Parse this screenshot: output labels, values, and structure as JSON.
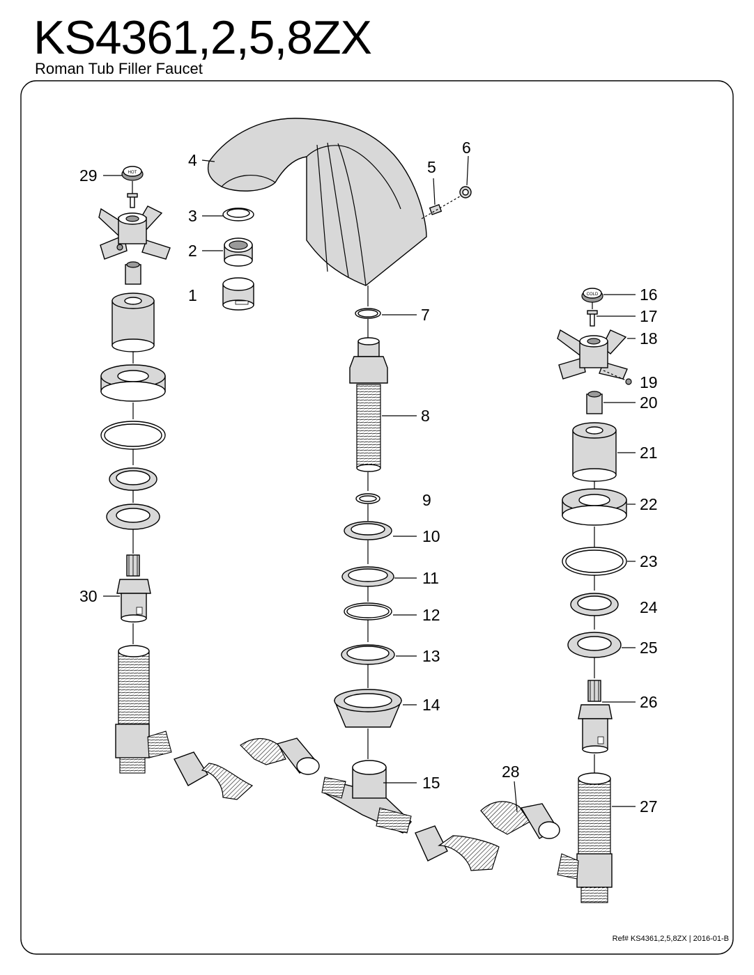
{
  "header": {
    "model": "KS4361,2,5,8ZX",
    "product_name": "Roman Tub Filler Faucet"
  },
  "footer": {
    "reference": "Ref# KS4361,2,5,8ZX | 2016-01-B"
  },
  "caps": {
    "hot_label": "HOT",
    "cold_label": "COLD"
  },
  "parts": [
    {
      "label": "1"
    },
    {
      "label": "2"
    },
    {
      "label": "3"
    },
    {
      "label": "4"
    },
    {
      "label": "5"
    },
    {
      "label": "6"
    },
    {
      "label": "7"
    },
    {
      "label": "8"
    },
    {
      "label": "9"
    },
    {
      "label": "10"
    },
    {
      "label": "11"
    },
    {
      "label": "12"
    },
    {
      "label": "13"
    },
    {
      "label": "14"
    },
    {
      "label": "15"
    },
    {
      "label": "16"
    },
    {
      "label": "17"
    },
    {
      "label": "18"
    },
    {
      "label": "19"
    },
    {
      "label": "20"
    },
    {
      "label": "21"
    },
    {
      "label": "22"
    },
    {
      "label": "23"
    },
    {
      "label": "24"
    },
    {
      "label": "25"
    },
    {
      "label": "26"
    },
    {
      "label": "27"
    },
    {
      "label": "28"
    },
    {
      "label": "29"
    },
    {
      "label": "30"
    }
  ]
}
